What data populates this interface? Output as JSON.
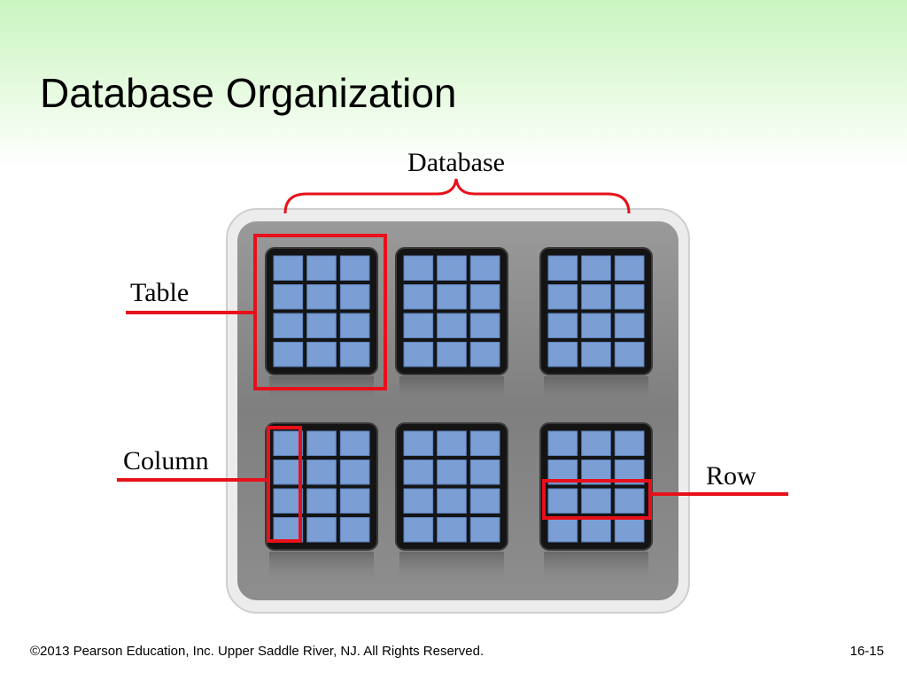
{
  "slide": {
    "title": "Database Organization",
    "footer_left": "©2013 Pearson Education, Inc. Upper Saddle River, NJ. All Rights Reserved.",
    "footer_right": "16-15"
  },
  "diagram": {
    "labels": {
      "database": "Database",
      "table": "Table",
      "column": "Column",
      "row": "Row"
    },
    "layout": {
      "table_count": 6,
      "table_rows": 4,
      "table_columns": 3
    },
    "colors": {
      "highlight": "#e8101a",
      "cell": "#7b9fd4",
      "table_frame": "#141414",
      "panel": "#8c8c8c"
    }
  }
}
